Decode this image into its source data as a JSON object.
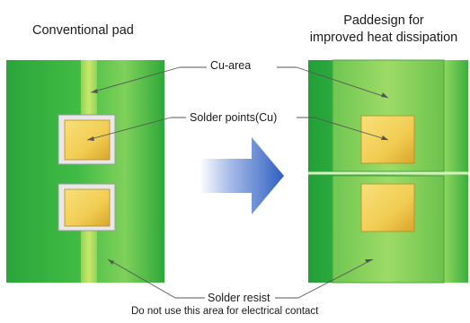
{
  "titles": {
    "left": "Conventional pad",
    "right_line1": "Paddesign for",
    "right_line2": "improved heat dissipation"
  },
  "labels": {
    "cu_area": "Cu-area",
    "solder_points": "Solder points(Cu)",
    "solder_resist": "Solder resist",
    "note": "Do not use this area for electrical contact"
  },
  "colors": {
    "board_green": "#2fae3c",
    "board_green_light": "#7ccf55",
    "pad_gold": "#f2d25a",
    "pad_gold_dark": "#d9a92b",
    "arrow_blue": "#3b67c6",
    "leader_line": "#555555"
  }
}
